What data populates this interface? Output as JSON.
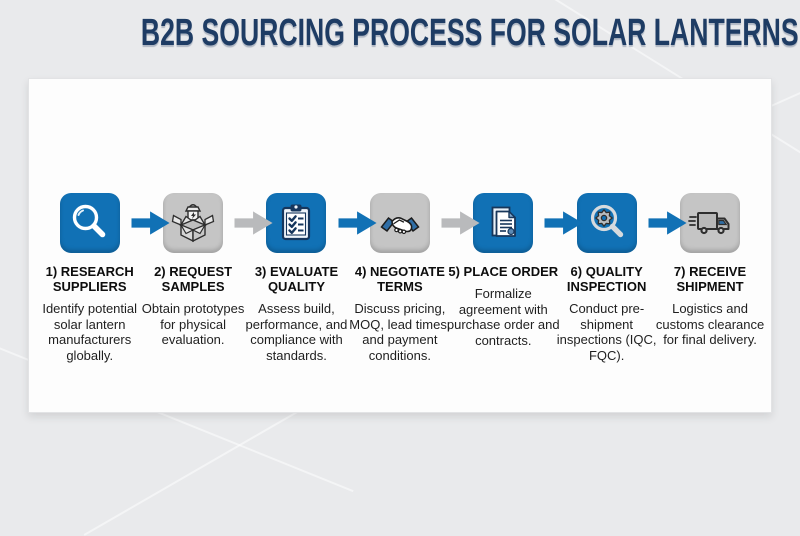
{
  "title": "B2B SOURCING PROCESS FOR SOLAR LANTERNS",
  "colors": {
    "accent_blue": "#1171b5",
    "tile_gray": "#c5c5c5",
    "arrow_gray": "#b9babc",
    "title_navy": "#1e3c64",
    "background": "#e9eaec",
    "card": "#fdfdfd"
  },
  "flow": {
    "arrow_colors": [
      "#1171b5",
      "#b9babc",
      "#1171b5",
      "#b9babc",
      "#1171b5",
      "#1171b5"
    ]
  },
  "steps": [
    {
      "number": "1",
      "title": "1) RESEARCH SUPPLIERS",
      "description": "Identify potential solar lantern manufacturers globally.",
      "icon": "search-icon",
      "tile_color": "#1171b5"
    },
    {
      "number": "2",
      "title": "2) REQUEST SAMPLES",
      "description": "Obtain prototypes for physical evaluation.",
      "icon": "sample-box-icon",
      "tile_color": "#c5c5c5"
    },
    {
      "number": "3",
      "title": "3) EVALUATE QUALITY",
      "description": "Assess build, performance, and compliance with standards.",
      "icon": "checklist-clipboard-icon",
      "tile_color": "#1171b5"
    },
    {
      "number": "4",
      "title": "4) NEGOTIATE TERMS",
      "description": "Discuss pricing, MOQ, lead times, and payment conditions.",
      "icon": "handshake-icon",
      "tile_color": "#c5c5c5"
    },
    {
      "number": "5",
      "title": "5) PLACE ORDER",
      "description": "Formalize agreement with purchase order and contracts.",
      "icon": "purchase-order-icon",
      "tile_color": "#1171b5"
    },
    {
      "number": "6",
      "title": "6) QUALITY INSPECTION",
      "description": "Conduct pre-shipment inspections (IQC, FQC).",
      "icon": "inspection-magnifier-icon",
      "tile_color": "#1171b5"
    },
    {
      "number": "7",
      "title": "7) RECEIVE SHIPMENT",
      "description": "Logistics and customs clearance for final delivery.",
      "icon": "delivery-truck-icon",
      "tile_color": "#c5c5c5"
    }
  ]
}
